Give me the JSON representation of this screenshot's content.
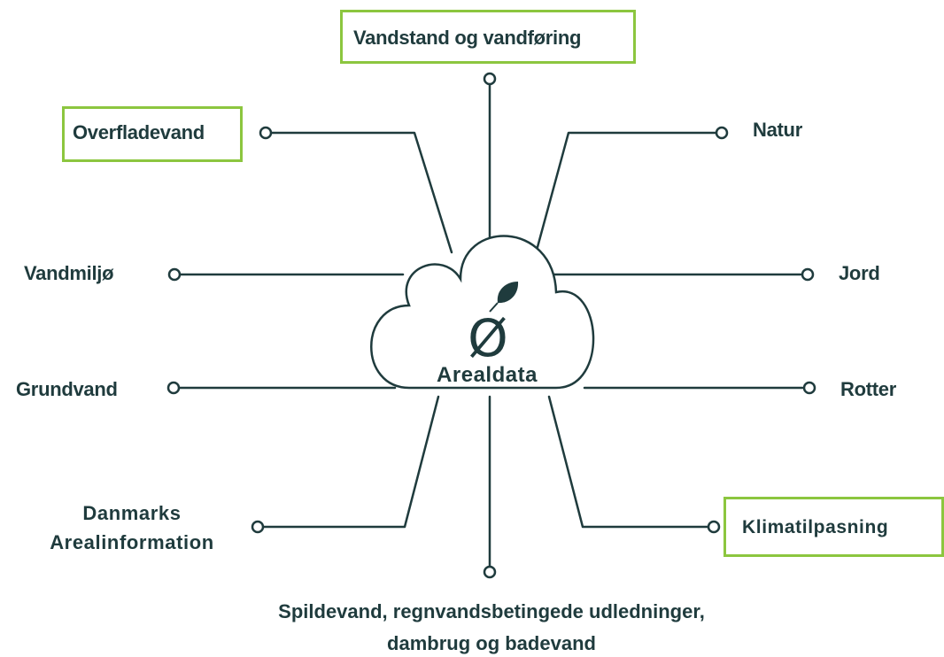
{
  "colors": {
    "ink": "#1f3b3d",
    "highlight_border": "#8cc63f",
    "background": "#ffffff"
  },
  "center": {
    "icon": "leaf-o-icon",
    "glyph": "Ø",
    "label": "Arealdata"
  },
  "nodes": {
    "vandstand": "Vandstand og vandføring",
    "overfladevand": "Overfladevand",
    "natur": "Natur",
    "vandmiljo": "Vandmiljø",
    "jord": "Jord",
    "grundvand": "Grundvand",
    "rotter": "Rotter",
    "danmarks_line1": "Danmarks",
    "danmarks_line2": "Arealinformation",
    "klimatilpasning": "Klimatilpasning",
    "spildevand_line1": "Spildevand, regnvandsbetingede udledninger,",
    "spildevand_line2": "dambrug og badevand"
  },
  "highlighted_nodes": [
    "vandstand",
    "overfladevand",
    "klimatilpasning"
  ]
}
